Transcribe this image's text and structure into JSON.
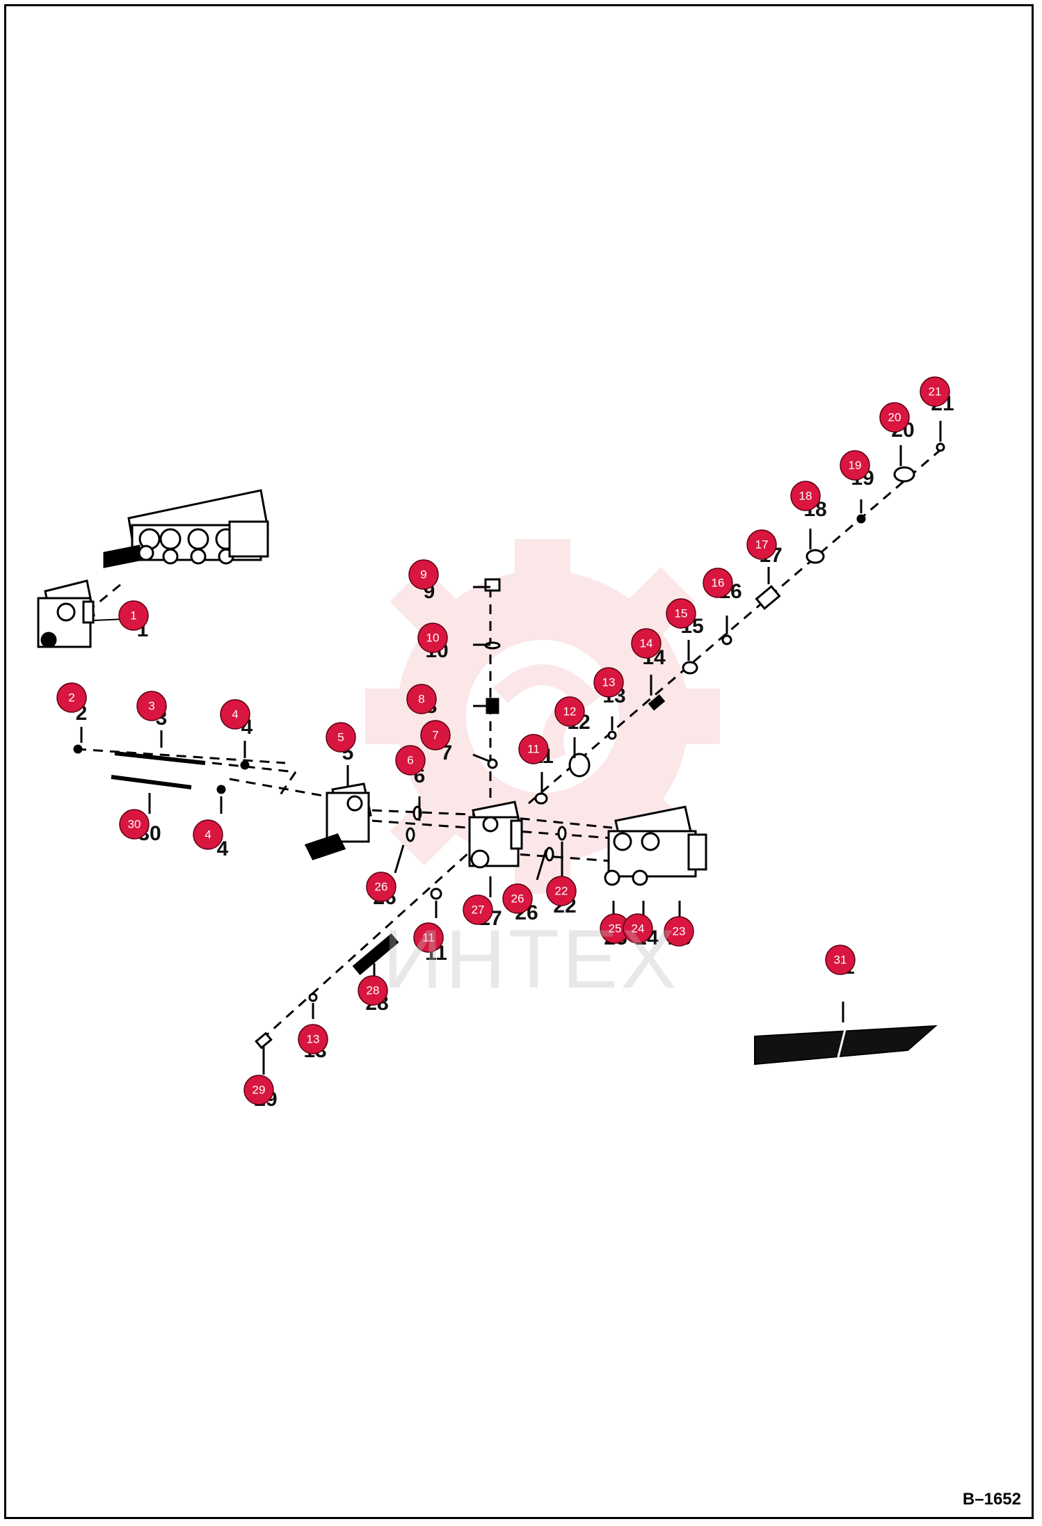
{
  "figure": {
    "id_label": "B–1652",
    "watermark_text": "ИНТЕХ",
    "watermark_color": "#f4b8bf",
    "callout_color": "#d9163f"
  },
  "callouts": [
    {
      "num": "1"
    },
    {
      "num": "2"
    },
    {
      "num": "3"
    },
    {
      "num": "4"
    },
    {
      "num": "5"
    },
    {
      "num": "6"
    },
    {
      "num": "7"
    },
    {
      "num": "8"
    },
    {
      "num": "9"
    },
    {
      "num": "10"
    },
    {
      "num": "11"
    },
    {
      "num": "12"
    },
    {
      "num": "13"
    },
    {
      "num": "14"
    },
    {
      "num": "15"
    },
    {
      "num": "16"
    },
    {
      "num": "17"
    },
    {
      "num": "18"
    },
    {
      "num": "19"
    },
    {
      "num": "20"
    },
    {
      "num": "21"
    },
    {
      "num": "4"
    },
    {
      "num": "30"
    },
    {
      "num": "26"
    },
    {
      "num": "27"
    },
    {
      "num": "26"
    },
    {
      "num": "22"
    },
    {
      "num": "25"
    },
    {
      "num": "24"
    },
    {
      "num": "23"
    },
    {
      "num": "11"
    },
    {
      "num": "28"
    },
    {
      "num": "13"
    },
    {
      "num": "29"
    },
    {
      "num": "31"
    }
  ]
}
